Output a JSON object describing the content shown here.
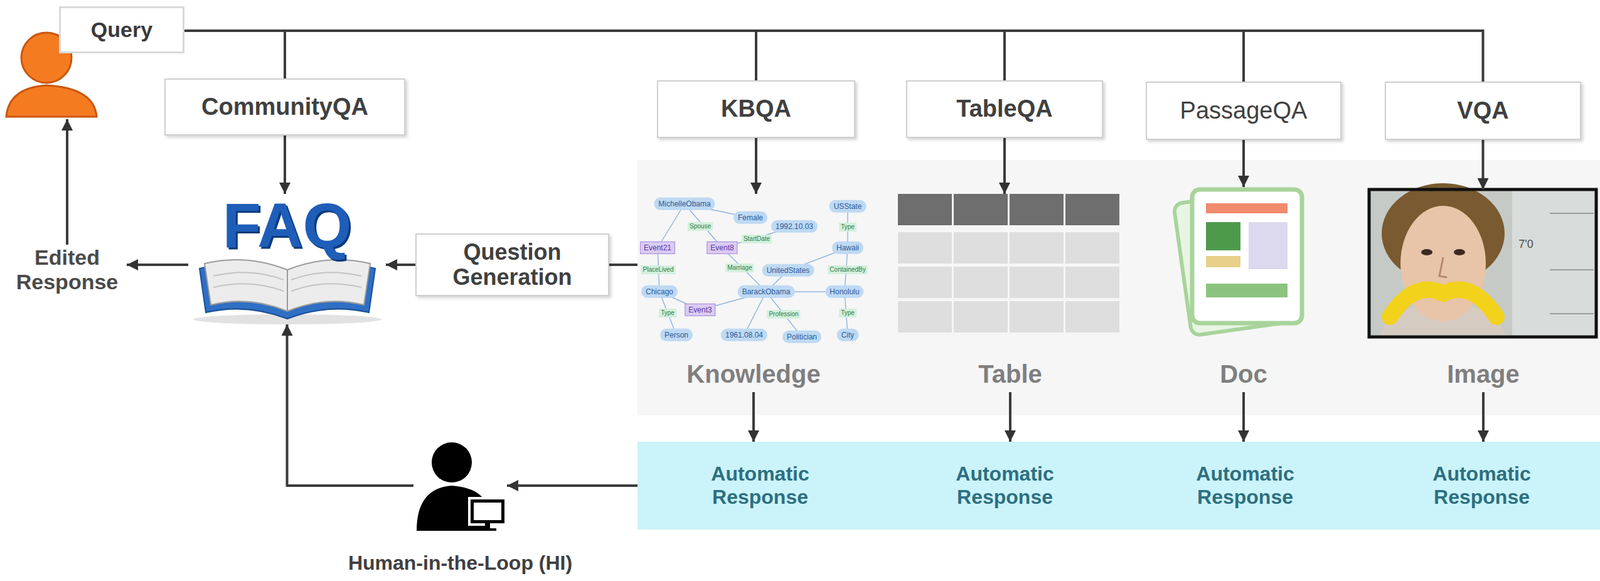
{
  "diagram": {
    "nodes": [
      {
        "text": [
          "Query"
        ]
      },
      {
        "text": [
          "CommunityQA"
        ]
      },
      {
        "text": [
          "KBQA"
        ]
      },
      {
        "text": [
          "TableQA"
        ]
      },
      {
        "text": [
          "PassageQA"
        ]
      },
      {
        "text": [
          "VQA"
        ]
      },
      {
        "text": [
          "FAQ"
        ]
      },
      {
        "text": [
          "Edited Response"
        ]
      },
      {
        "text": [
          "Question Generation"
        ]
      },
      {
        "text": [
          "Knowledge"
        ]
      },
      {
        "text": [
          "Table"
        ]
      },
      {
        "text": [
          "Doc"
        ]
      },
      {
        "text": [
          "Image"
        ]
      },
      {
        "text": [
          "Automatic Response"
        ]
      },
      {
        "text": [
          "Automatic Response"
        ]
      },
      {
        "text": [
          "Automatic Response"
        ]
      },
      {
        "text": [
          "Automatic Response"
        ]
      },
      {
        "text": [
          "Human-in-the-Loop (HI)"
        ]
      }
    ],
    "edges": [
      {
        "from": 0,
        "to": 1,
        "arrow": "none"
      },
      {
        "from": 0,
        "to": 2,
        "arrow": "none"
      },
      {
        "from": 0,
        "to": 3,
        "arrow": "none"
      },
      {
        "from": 0,
        "to": 4,
        "arrow": "none"
      },
      {
        "from": 0,
        "to": 5,
        "arrow": "none"
      },
      {
        "from": 1,
        "to": 6,
        "arrow": "to"
      },
      {
        "from": 2,
        "to": 9,
        "arrow": "to"
      },
      {
        "from": 3,
        "to": 10,
        "arrow": "to"
      },
      {
        "from": 4,
        "to": 11,
        "arrow": "to"
      },
      {
        "from": 5,
        "to": 12,
        "arrow": "to"
      },
      {
        "from": 9,
        "to": 13,
        "arrow": "to"
      },
      {
        "from": 10,
        "to": 14,
        "arrow": "to"
      },
      {
        "from": 11,
        "to": 15,
        "arrow": "to"
      },
      {
        "from": 12,
        "to": 16,
        "arrow": "to"
      },
      {
        "from": 9,
        "to": 8,
        "arrow": "none"
      },
      {
        "from": 8,
        "to": 6,
        "arrow": "to"
      },
      {
        "from": 13,
        "to": 17,
        "arrow": "to"
      },
      {
        "from": 17,
        "to": 6,
        "arrow": "to"
      },
      {
        "from": 6,
        "to": 7,
        "arrow": "to"
      },
      {
        "from": 7,
        "to": 0,
        "arrow": "to"
      }
    ],
    "labels": [
      "MichelleObama",
      "Female",
      "Spouse",
      "1992.10.03",
      "USState",
      "Type",
      "StartDate",
      "Event21",
      "Event8",
      "Hawaii",
      "PlaceLived",
      "Marriage",
      "UnitedStates",
      "ContainedBy",
      "Chicago",
      "BarackObama",
      "Honolulu",
      "Event3",
      "Type",
      "Profession",
      "Type",
      "Person",
      "1961.08.04",
      "Politician",
      "City",
      "7'0"
    ]
  }
}
